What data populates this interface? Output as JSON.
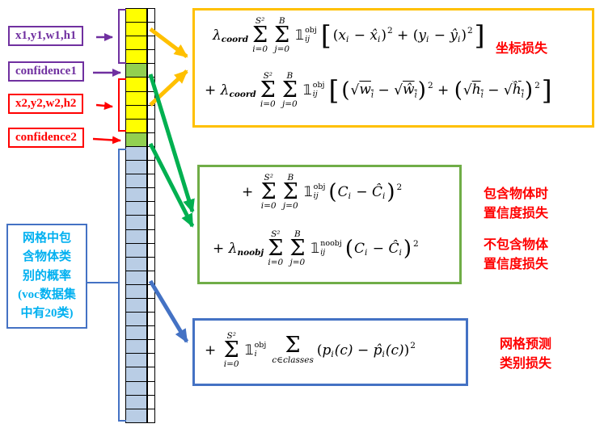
{
  "vector": {
    "segments": [
      {
        "name": "bbox1-coords",
        "color": "yellow",
        "count": 4
      },
      {
        "name": "confidence1",
        "color": "green",
        "count": 1
      },
      {
        "name": "bbox2-coords",
        "color": "yellow",
        "count": 4
      },
      {
        "name": "confidence2",
        "color": "green",
        "count": 1
      },
      {
        "name": "class-probs",
        "color": "blue",
        "count": 20
      }
    ]
  },
  "labels": {
    "bbox1": "x1,y1,w1,h1",
    "conf1": "confidence1",
    "bbox2": "x2,y2,w2,h2",
    "conf2": "confidence2",
    "class_note": [
      "网格中包",
      "含物体类",
      "别的概率",
      "(voc数据集",
      "中有20类)"
    ]
  },
  "loss_labels": {
    "coord": "坐标损失",
    "obj_conf_l1": "包含物体时",
    "obj_conf_l2": "置信度损失",
    "noobj_conf_l1": "不包含物体",
    "noobj_conf_l2": "置信度损失",
    "class_l1": "网格预测",
    "class_l2": "类别损失"
  },
  "formulas": {
    "coord_line1": [
      {
        "t": "v",
        "s": "λ",
        "cls": "it"
      },
      {
        "t": "sub",
        "s": "coord",
        "cls": "rm"
      },
      {
        "t": "sum",
        "s": "Σ",
        "top": "S²",
        "bot": "i=0"
      },
      {
        "t": "sum",
        "s": "Σ",
        "top": "B",
        "bot": "j=0"
      },
      {
        "t": "ss",
        "base": "𝟙",
        "sup": "obj",
        "sub": "ij"
      },
      {
        "t": "Big",
        "s": "["
      },
      {
        "t": "v",
        "s": "("
      },
      {
        "t": "v",
        "s": "x",
        "cls": "it"
      },
      {
        "t": "sub",
        "s": "i"
      },
      {
        "t": "v",
        "s": " − "
      },
      {
        "t": "v",
        "s": "x̂",
        "cls": "it"
      },
      {
        "t": "sub",
        "s": "i"
      },
      {
        "t": "v",
        "s": ")"
      },
      {
        "t": "sup",
        "s": "2"
      },
      {
        "t": "v",
        "s": " + "
      },
      {
        "t": "v",
        "s": "("
      },
      {
        "t": "v",
        "s": "y",
        "cls": "it"
      },
      {
        "t": "sub",
        "s": "i"
      },
      {
        "t": "v",
        "s": " − "
      },
      {
        "t": "v",
        "s": "ŷ",
        "cls": "it"
      },
      {
        "t": "sub",
        "s": "i"
      },
      {
        "t": "v",
        "s": ")"
      },
      {
        "t": "sup",
        "s": "2"
      },
      {
        "t": "Big",
        "s": "]"
      }
    ],
    "coord_line2": [
      {
        "t": "v",
        "s": "+ "
      },
      {
        "t": "v",
        "s": "λ",
        "cls": "it"
      },
      {
        "t": "sub",
        "s": "coord",
        "cls": "rm"
      },
      {
        "t": "sum",
        "s": "Σ",
        "top": "S²",
        "bot": "i=0"
      },
      {
        "t": "sum",
        "s": "Σ",
        "top": "B",
        "bot": "j=0"
      },
      {
        "t": "ss",
        "base": "𝟙",
        "sup": "obj",
        "sub": "ij"
      },
      {
        "t": "Big",
        "s": "["
      },
      {
        "t": "big",
        "s": "("
      },
      {
        "t": "v",
        "s": "√"
      },
      {
        "t": "ov",
        "base": "w",
        "sub": "i"
      },
      {
        "t": "v",
        "s": " − "
      },
      {
        "t": "v",
        "s": "√"
      },
      {
        "t": "ov",
        "base": "ŵ",
        "sub": "i"
      },
      {
        "t": "big",
        "s": ")"
      },
      {
        "t": "sup",
        "s": "2"
      },
      {
        "t": "v",
        "s": " + "
      },
      {
        "t": "big",
        "s": "("
      },
      {
        "t": "v",
        "s": "√"
      },
      {
        "t": "ov",
        "base": "h",
        "sub": "i"
      },
      {
        "t": "v",
        "s": " − "
      },
      {
        "t": "v",
        "s": "√"
      },
      {
        "t": "ov",
        "base": "ĥ",
        "sub": "i"
      },
      {
        "t": "big",
        "s": ")"
      },
      {
        "t": "sup",
        "s": "2"
      },
      {
        "t": "Big",
        "s": "]"
      }
    ],
    "conf_obj": [
      {
        "t": "v",
        "s": "+ "
      },
      {
        "t": "sum",
        "s": "Σ",
        "top": "S²",
        "bot": "i=0"
      },
      {
        "t": "sum",
        "s": "Σ",
        "top": "B",
        "bot": "j=0"
      },
      {
        "t": "ss",
        "base": "𝟙",
        "sup": "obj",
        "sub": "ij"
      },
      {
        "t": "big",
        "s": "("
      },
      {
        "t": "v",
        "s": "C",
        "cls": "it"
      },
      {
        "t": "sub",
        "s": "i"
      },
      {
        "t": "v",
        "s": " − "
      },
      {
        "t": "v",
        "s": "Ĉ",
        "cls": "it"
      },
      {
        "t": "sub",
        "s": "i"
      },
      {
        "t": "big",
        "s": ")"
      },
      {
        "t": "sup",
        "s": "2"
      }
    ],
    "conf_noobj": [
      {
        "t": "v",
        "s": "+ "
      },
      {
        "t": "v",
        "s": "λ",
        "cls": "it"
      },
      {
        "t": "sub",
        "s": "noobj",
        "cls": "rm"
      },
      {
        "t": "sum",
        "s": "Σ",
        "top": "S²",
        "bot": "i=0"
      },
      {
        "t": "sum",
        "s": "Σ",
        "top": "B",
        "bot": "j=0"
      },
      {
        "t": "ss",
        "base": "𝟙",
        "sup": "noobj",
        "sub": "ij"
      },
      {
        "t": "big",
        "s": "("
      },
      {
        "t": "v",
        "s": "C",
        "cls": "it"
      },
      {
        "t": "sub",
        "s": "i"
      },
      {
        "t": "v",
        "s": " − "
      },
      {
        "t": "v",
        "s": "Ĉ",
        "cls": "it"
      },
      {
        "t": "sub",
        "s": "i"
      },
      {
        "t": "big",
        "s": ")"
      },
      {
        "t": "sup",
        "s": "2"
      }
    ],
    "class_loss": [
      {
        "t": "v",
        "s": "+ "
      },
      {
        "t": "sum",
        "s": "Σ",
        "top": "S²",
        "bot": "i=0"
      },
      {
        "t": "ss",
        "base": "𝟙",
        "sup": "obj",
        "sub": "i"
      },
      {
        "t": "sum",
        "s": "Σ",
        "top": "",
        "bot": "c∈classes"
      },
      {
        "t": "v",
        "s": "("
      },
      {
        "t": "v",
        "s": "p",
        "cls": "it"
      },
      {
        "t": "sub",
        "s": "i"
      },
      {
        "t": "v",
        "s": "(c)",
        "cls": "it"
      },
      {
        "t": "v",
        "s": " − "
      },
      {
        "t": "v",
        "s": "p̂",
        "cls": "it"
      },
      {
        "t": "sub",
        "s": "i"
      },
      {
        "t": "v",
        "s": "(c)",
        "cls": "it"
      },
      {
        "t": "v",
        "s": ")"
      },
      {
        "t": "sup",
        "s": "2"
      }
    ]
  },
  "colors": {
    "arrow_yellow": "#FFC000",
    "arrow_green": "#00B050",
    "arrow_blue": "#4472C4",
    "purple": "#7030A0",
    "red": "#FF0000",
    "box_green": "#70AD47",
    "cell_yellow": "#FFFF00",
    "cell_green": "#92D050",
    "cell_blue": "#B9CDE5",
    "note_text": "#00B0F0"
  }
}
